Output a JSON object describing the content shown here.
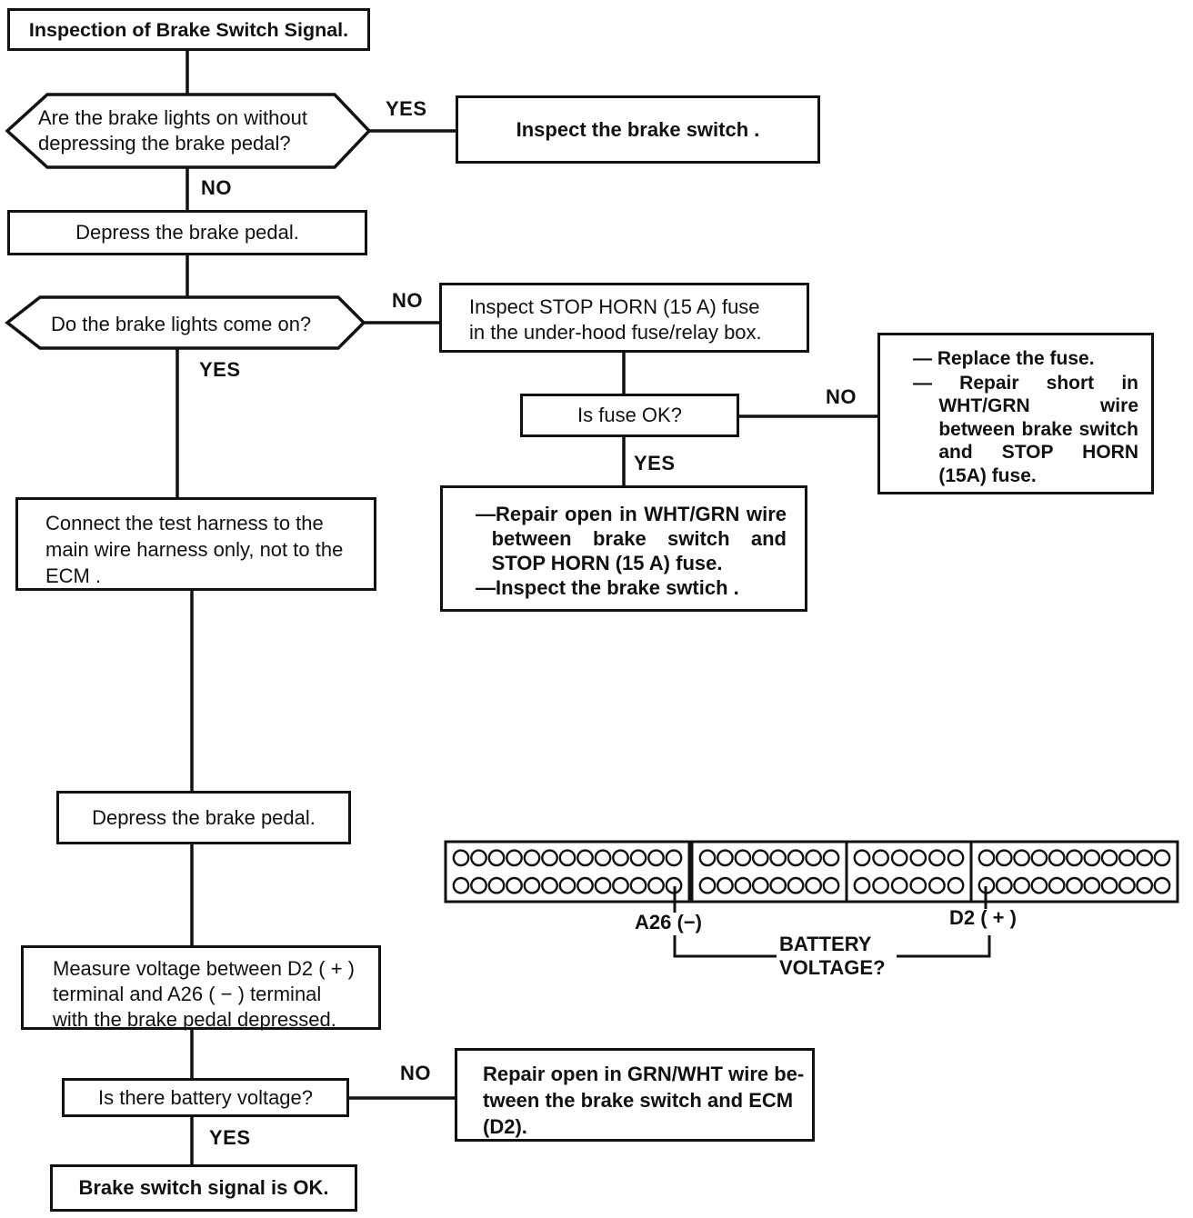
{
  "diagram_title": "Inspection of Brake Switch Signal.",
  "nodes": {
    "title": "Inspection of Brake Switch Signal.",
    "q1_line1": "Are the brake lights on without",
    "q1_line2": "depressing the brake pedal?",
    "inspect_switch": "Inspect the brake switch .",
    "depress_pedal_1": "Depress the brake pedal.",
    "q2": "Do the brake lights come on?",
    "inspect_fuse_line1": "Inspect STOP HORN (15 A) fuse",
    "inspect_fuse_line2": "in the under-hood fuse/relay box.",
    "q3": "Is fuse OK?",
    "fuse_bad_item1": "— Replace the fuse.",
    "fuse_bad_item2": "— Repair short in WHT/GRN wire between brake switch and STOP HORN (15A) fuse.",
    "fuse_ok_item1": "—Repair open in WHT/GRN wire between brake switch and STOP HORN (15 A) fuse.",
    "fuse_ok_item2": "—Inspect the brake swtich .",
    "connect_line1": "Connect the test harness to the",
    "connect_line2": "main wire harness only, not to the",
    "connect_line3": "ECM .",
    "depress_pedal_2": "Depress the brake pedal.",
    "measure_line1": "Measure voltage between D2 ( + )",
    "measure_line2": "terminal and A26 ( − ) terminal",
    "measure_line3": "with the brake pedal depressed.",
    "q4": "Is there battery voltage?",
    "repair_grn_line1": "Repair open in GRN/WHT wire be-",
    "repair_grn_line2": "tween the brake switch and ECM",
    "repair_grn_line3": "(D2).",
    "ok": "Brake switch signal is OK."
  },
  "labels": {
    "yes": "YES",
    "no": "NO"
  },
  "connector": {
    "a26": "A26 (−)",
    "d2": "D2 ( + )",
    "battery": "BATTERY VOLTAGE?",
    "segments": [
      {
        "cols": 13,
        "rows": 2,
        "shaded": false
      },
      {
        "cols": 8,
        "rows": 2,
        "shaded": false
      },
      {
        "cols": 6,
        "rows": 2,
        "shaded": true
      },
      {
        "cols": 11,
        "rows": 2,
        "shaded": false
      }
    ]
  },
  "colors": {
    "ink": "#111111",
    "paper": "#ffffff",
    "hatch_bg": "#c9c9c9",
    "hatch_line": "#6e6e6e"
  }
}
